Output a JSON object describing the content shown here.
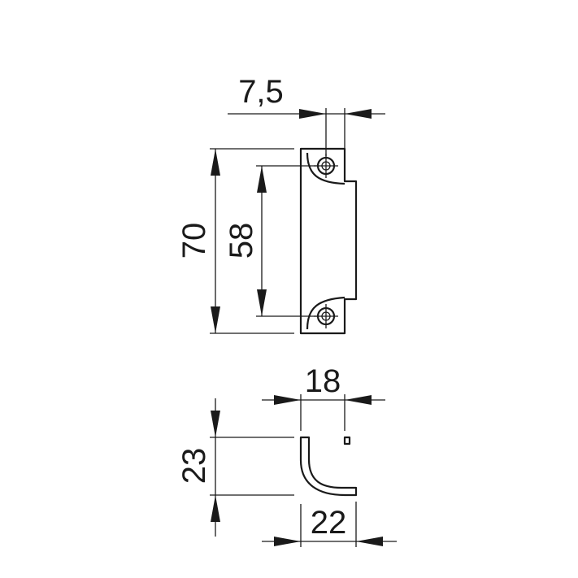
{
  "dimensions": {
    "top_width": "7,5",
    "total_height": "70",
    "hole_spacing": "58",
    "side_width": "18",
    "side_height": "23",
    "base_width": "22"
  },
  "colors": {
    "line": "#1a1a1a",
    "background": "#ffffff"
  }
}
